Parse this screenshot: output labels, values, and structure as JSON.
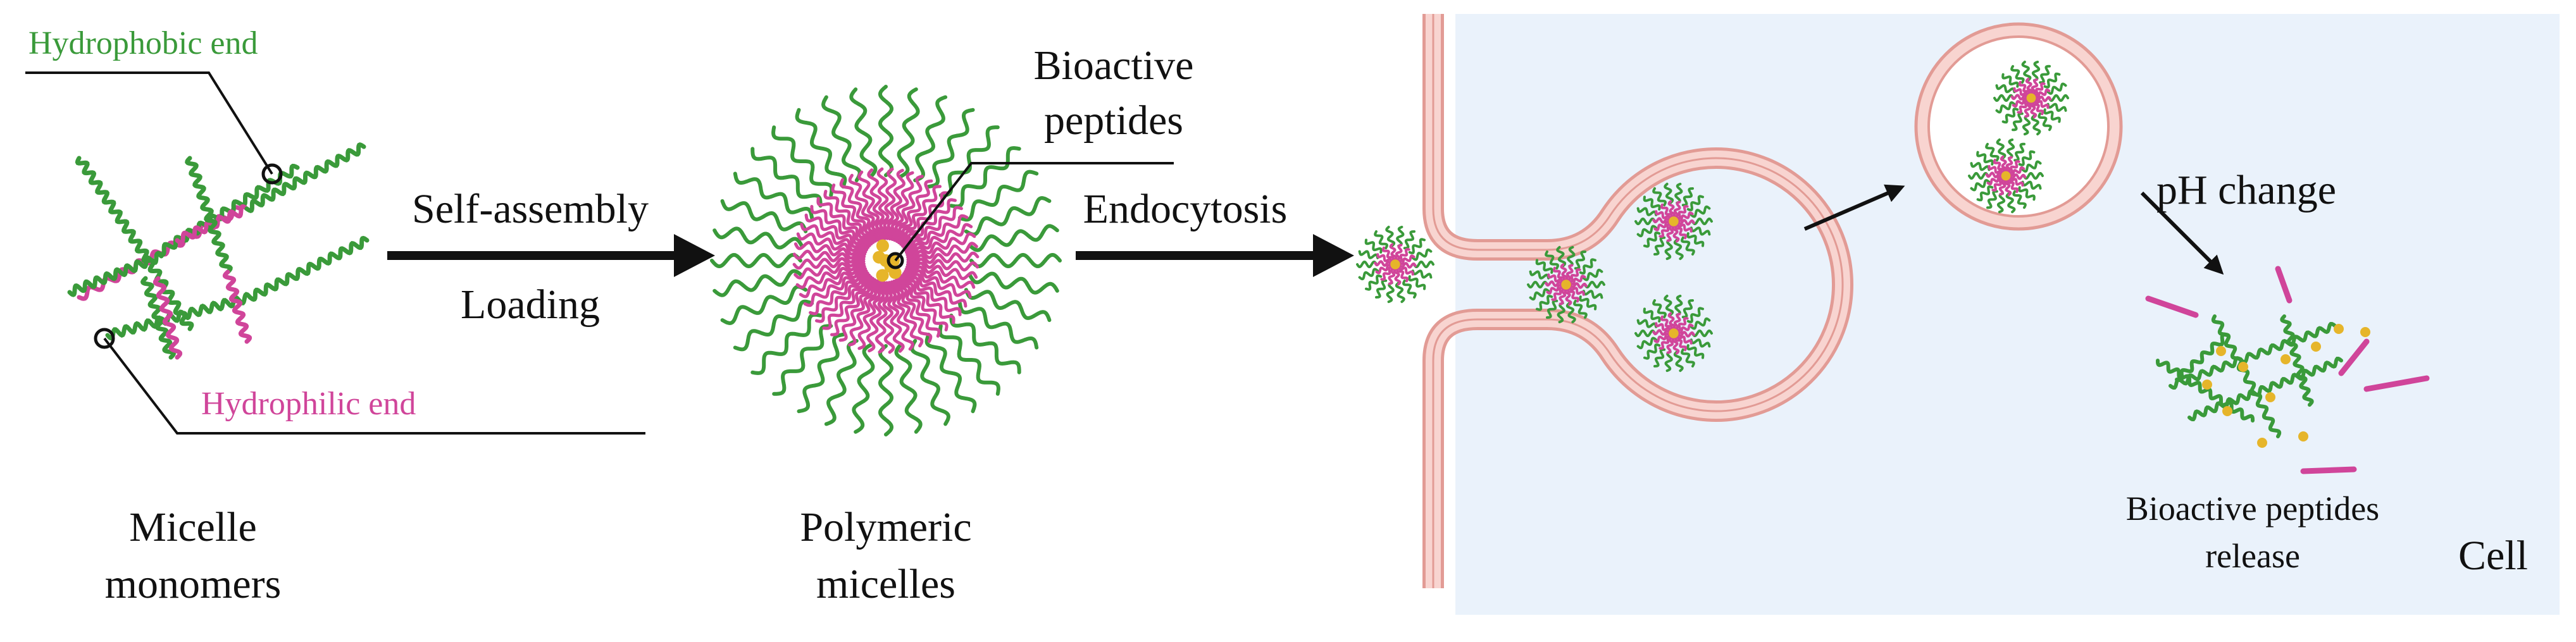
{
  "labels": {
    "hydrophobic_end": "Hydrophobic end",
    "hydrophilic_end": "Hydrophilic end",
    "micelle_monomers_line1": "Micelle",
    "micelle_monomers_line2": "monomers",
    "self_assembly": "Self-assembly",
    "loading": "Loading",
    "bioactive_peptides_line1": "Bioactive",
    "bioactive_peptides_line2": "peptides",
    "polymeric_micelles_line1": "Polymeric",
    "polymeric_micelles_line2": "micelles",
    "endocytosis": "Endocytosis",
    "ph_change": "pH change",
    "release_line1": "Bioactive peptides",
    "release_line2": "release",
    "cell": "Cell"
  },
  "colors": {
    "hydrophobic": "#3a9a3a",
    "hydrophilic": "#d0459a",
    "peptide": "#e6b52a",
    "membrane_fill": "#f8d4d0",
    "membrane_stroke": "#e29b95",
    "cell_background": "#eaf2fb",
    "arrow": "#111111",
    "text": "#111111"
  }
}
